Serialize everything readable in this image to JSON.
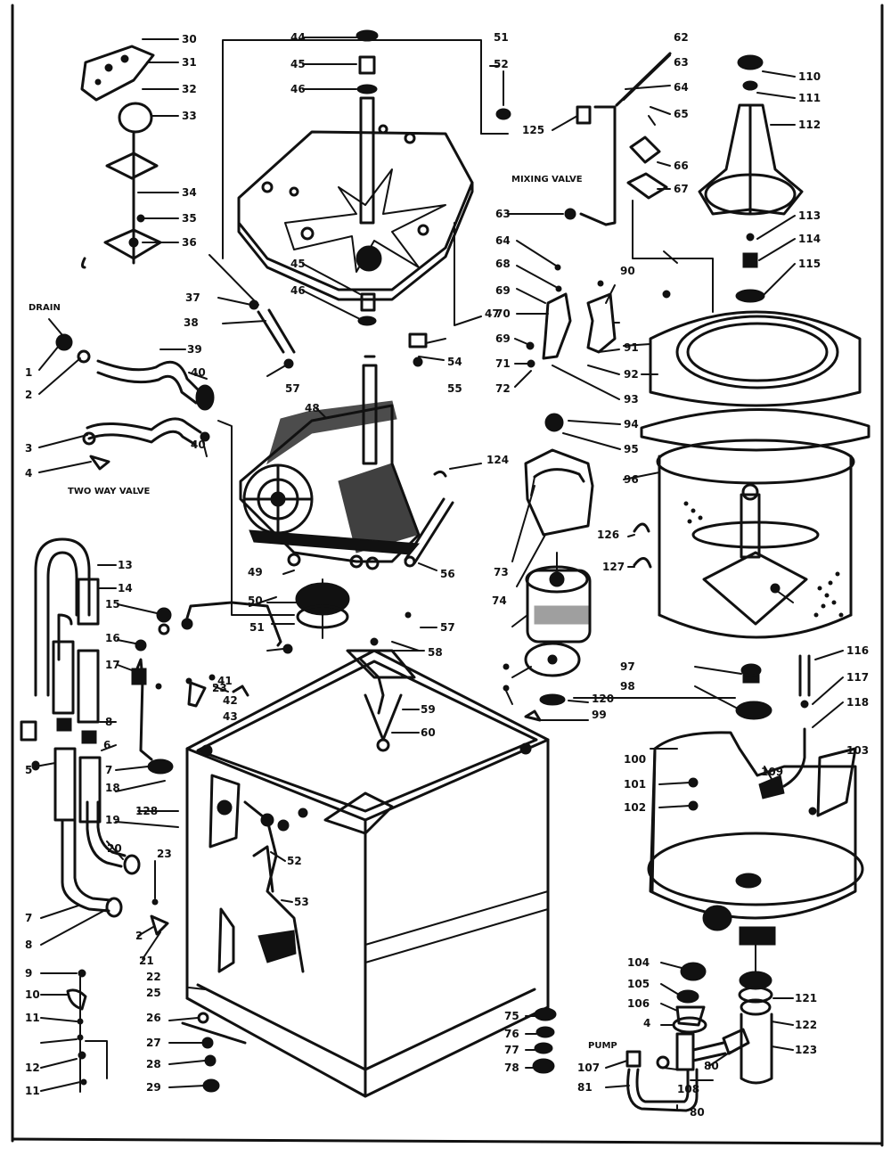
{
  "labels": {
    "drain": "DRAIN",
    "two_way_valve": "TWO WAY VALVE",
    "mixing_valve": "MIXING VALVE",
    "pump": "PUMP"
  },
  "callouts": [
    {
      "id": "c30a",
      "text": "30"
    },
    {
      "id": "c31a",
      "text": "31"
    },
    {
      "id": "c32a",
      "text": "32"
    },
    {
      "id": "c33",
      "text": "33"
    },
    {
      "id": "c34",
      "text": "34"
    },
    {
      "id": "c35",
      "text": "35"
    },
    {
      "id": "c36",
      "text": "36"
    },
    {
      "id": "c37a",
      "text": "37"
    },
    {
      "id": "c38a",
      "text": "38"
    },
    {
      "id": "c39a",
      "text": "39"
    },
    {
      "id": "c40a",
      "text": "40"
    },
    {
      "id": "c40b",
      "text": "40"
    },
    {
      "id": "c1",
      "text": "1"
    },
    {
      "id": "c2a",
      "text": "2"
    },
    {
      "id": "c3",
      "text": "3"
    },
    {
      "id": "c4a",
      "text": "4"
    },
    {
      "id": "c44",
      "text": "44"
    },
    {
      "id": "c45a",
      "text": "45"
    },
    {
      "id": "c46a",
      "text": "46"
    },
    {
      "id": "c45b",
      "text": "45"
    },
    {
      "id": "c46b",
      "text": "46"
    },
    {
      "id": "c51a",
      "text": "51"
    },
    {
      "id": "c52a",
      "text": "52"
    },
    {
      "id": "c54",
      "text": "54"
    },
    {
      "id": "c55",
      "text": "55"
    },
    {
      "id": "c57a",
      "text": "57"
    },
    {
      "id": "c47",
      "text": "47"
    },
    {
      "id": "c48a",
      "text": "48"
    },
    {
      "id": "c49",
      "text": "49"
    },
    {
      "id": "c50",
      "text": "50"
    },
    {
      "id": "c51b",
      "text": "51"
    },
    {
      "id": "c56",
      "text": "56"
    },
    {
      "id": "c57b",
      "text": "57"
    },
    {
      "id": "c58",
      "text": "58"
    },
    {
      "id": "c62",
      "text": "62"
    },
    {
      "id": "c63a",
      "text": "63"
    },
    {
      "id": "c64a",
      "text": "64"
    },
    {
      "id": "c65",
      "text": "65"
    },
    {
      "id": "c66",
      "text": "66"
    },
    {
      "id": "c67",
      "text": "67"
    },
    {
      "id": "c125",
      "text": "125"
    },
    {
      "id": "c63b",
      "text": "63"
    },
    {
      "id": "c64b",
      "text": "64"
    },
    {
      "id": "c68",
      "text": "68"
    },
    {
      "id": "c69a",
      "text": "69"
    },
    {
      "id": "c70",
      "text": "70"
    },
    {
      "id": "c124",
      "text": "124"
    },
    {
      "id": "c69b",
      "text": "69"
    },
    {
      "id": "c71",
      "text": "71"
    },
    {
      "id": "c72",
      "text": "72"
    },
    {
      "id": "c73",
      "text": "73"
    },
    {
      "id": "c74",
      "text": "74"
    },
    {
      "id": "c110",
      "text": "110"
    },
    {
      "id": "c111",
      "text": "111"
    },
    {
      "id": "c112",
      "text": "112"
    },
    {
      "id": "c113",
      "text": "113"
    },
    {
      "id": "c114",
      "text": "114"
    },
    {
      "id": "c115",
      "text": "115"
    },
    {
      "id": "c90",
      "text": "90"
    },
    {
      "id": "c91",
      "text": "91"
    },
    {
      "id": "c92",
      "text": "92"
    },
    {
      "id": "c93",
      "text": "93"
    },
    {
      "id": "c94",
      "text": "94"
    },
    {
      "id": "c95",
      "text": "95"
    },
    {
      "id": "c96",
      "text": "96"
    },
    {
      "id": "c126",
      "text": "126"
    },
    {
      "id": "c127",
      "text": "127"
    },
    {
      "id": "c97",
      "text": "97"
    },
    {
      "id": "c98",
      "text": "98"
    },
    {
      "id": "c99",
      "text": "99"
    },
    {
      "id": "c120",
      "text": "120"
    },
    {
      "id": "c116",
      "text": "116"
    },
    {
      "id": "c117",
      "text": "117"
    },
    {
      "id": "c118",
      "text": "118"
    },
    {
      "id": "c100",
      "text": "100"
    },
    {
      "id": "c101",
      "text": "101"
    },
    {
      "id": "c102",
      "text": "102"
    },
    {
      "id": "c103",
      "text": "103"
    },
    {
      "id": "c109",
      "text": "109"
    },
    {
      "id": "c13",
      "text": "13"
    },
    {
      "id": "c14",
      "text": "14"
    },
    {
      "id": "c15",
      "text": "15"
    },
    {
      "id": "c16",
      "text": "16"
    },
    {
      "id": "c17",
      "text": "17"
    },
    {
      "id": "c8a",
      "text": "8"
    },
    {
      "id": "c6",
      "text": "6"
    },
    {
      "id": "c7a",
      "text": "7"
    },
    {
      "id": "c5",
      "text": "5"
    },
    {
      "id": "c18",
      "text": "18"
    },
    {
      "id": "c19",
      "text": "19"
    },
    {
      "id": "c20",
      "text": "20"
    },
    {
      "id": "c128",
      "text": "128"
    },
    {
      "id": "c23a",
      "text": "23"
    },
    {
      "id": "c41",
      "text": "41"
    },
    {
      "id": "c42",
      "text": "42"
    },
    {
      "id": "c43",
      "text": "43"
    },
    {
      "id": "c59",
      "text": "59"
    },
    {
      "id": "c60",
      "text": "60"
    },
    {
      "id": "c52b",
      "text": "52"
    },
    {
      "id": "c53",
      "text": "53"
    },
    {
      "id": "c7b",
      "text": "7"
    },
    {
      "id": "c8b",
      "text": "8"
    },
    {
      "id": "c2b",
      "text": "2"
    },
    {
      "id": "c21",
      "text": "21"
    },
    {
      "id": "c22",
      "text": "22"
    },
    {
      "id": "c23b",
      "text": "23"
    },
    {
      "id": "c9",
      "text": "9"
    },
    {
      "id": "c10",
      "text": "10"
    },
    {
      "id": "c11a",
      "text": "11"
    },
    {
      "id": "c12",
      "text": "12"
    },
    {
      "id": "c11b",
      "text": "11"
    },
    {
      "id": "c25",
      "text": "25"
    },
    {
      "id": "c26",
      "text": "26"
    },
    {
      "id": "c27",
      "text": "27"
    },
    {
      "id": "c28",
      "text": "28"
    },
    {
      "id": "c29",
      "text": "29"
    },
    {
      "id": "c75",
      "text": "75"
    },
    {
      "id": "c76",
      "text": "76"
    },
    {
      "id": "c77",
      "text": "77"
    },
    {
      "id": "c78",
      "text": "78"
    },
    {
      "id": "c104",
      "text": "104"
    },
    {
      "id": "c105",
      "text": "105"
    },
    {
      "id": "c106",
      "text": "106"
    },
    {
      "id": "c4b",
      "text": "4"
    },
    {
      "id": "c107",
      "text": "107"
    },
    {
      "id": "c81",
      "text": "81"
    },
    {
      "id": "c80a",
      "text": "80"
    },
    {
      "id": "c108",
      "text": "108"
    },
    {
      "id": "c80b",
      "text": "80"
    },
    {
      "id": "c121",
      "text": "121"
    },
    {
      "id": "c122",
      "text": "122"
    },
    {
      "id": "c123",
      "text": "123"
    }
  ]
}
